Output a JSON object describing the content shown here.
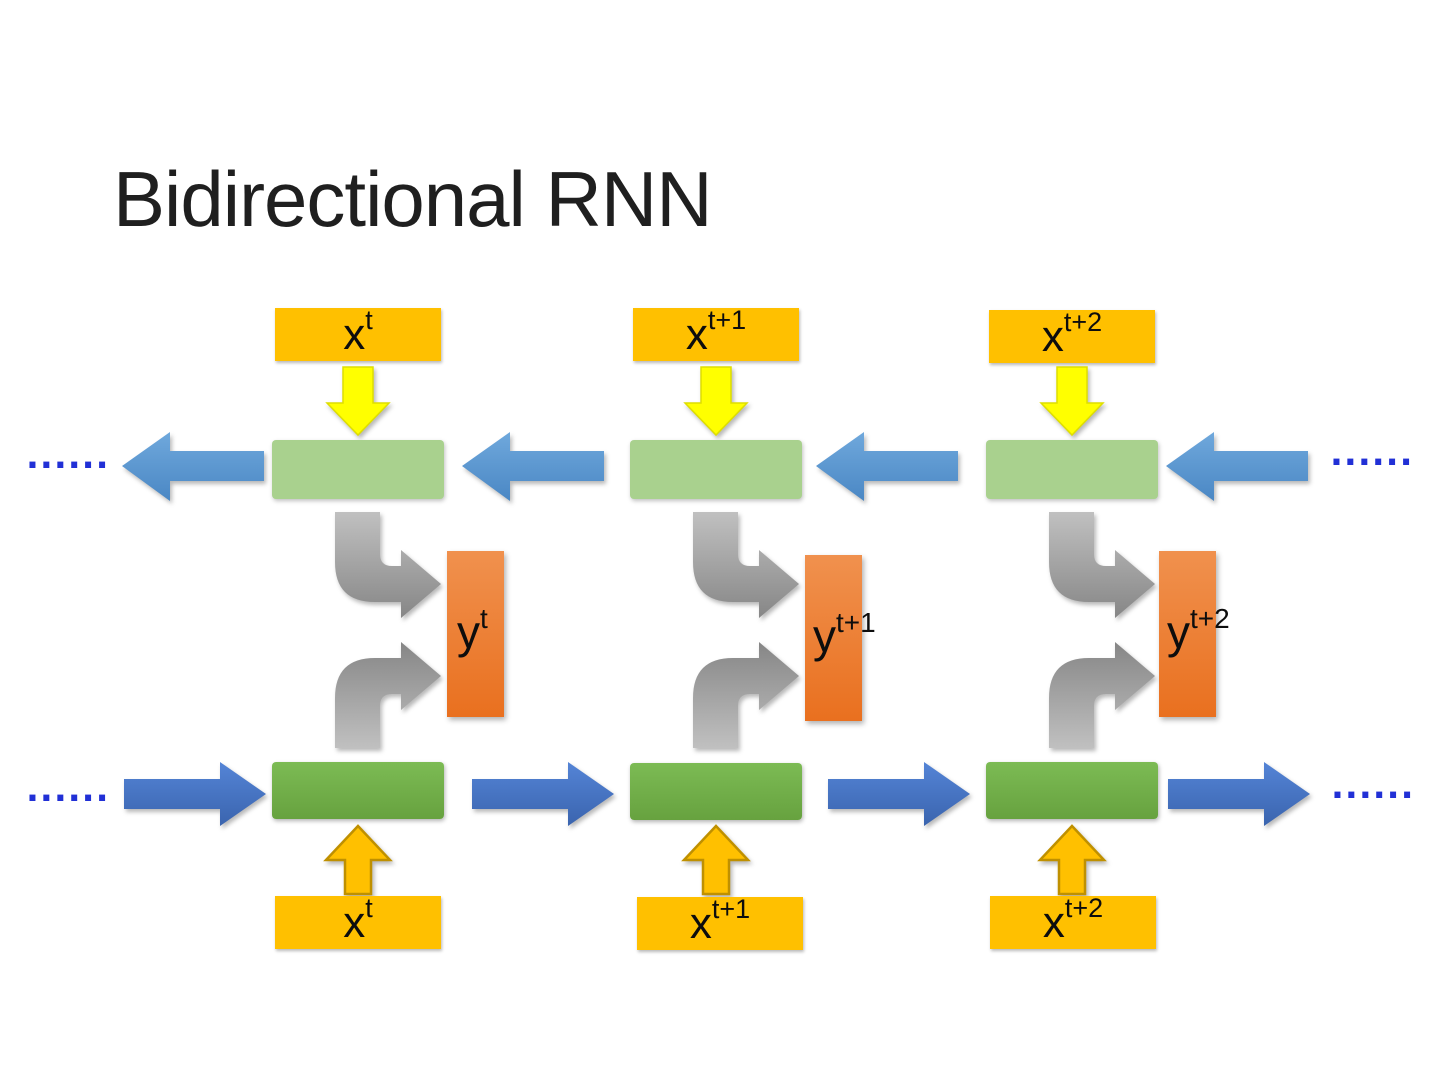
{
  "slide": {
    "title": "Bidirectional RNN"
  },
  "ellipses": {
    "top_left": "......",
    "top_right": "......",
    "bottom_left": "......",
    "bottom_right": "......"
  },
  "colors": {
    "input_box": "#FFC000",
    "output_box": "#ED7D31",
    "backward_layer_box": "#A9D18E",
    "forward_layer_box": "#70AD47",
    "backward_arrow": "#5B9BD5",
    "forward_arrow": "#4472C4",
    "top_input_arrow": "#FFFF00",
    "bottom_input_arrow": "#FFC000",
    "hidden_to_output_arrow": "#A6A6A6",
    "ellipsis_text": "#2130D6"
  },
  "columns": [
    {
      "id": "t",
      "top_input": {
        "base": "x",
        "sup": "t"
      },
      "output": {
        "base": "y",
        "sup": "t"
      },
      "bottom_input": {
        "base": "x",
        "sup": "t"
      }
    },
    {
      "id": "t+1",
      "top_input": {
        "base": "x",
        "sup": "t+1"
      },
      "output": {
        "base": "y",
        "sup": "t+1"
      },
      "bottom_input": {
        "base": "x",
        "sup": "t+1"
      }
    },
    {
      "id": "t+2",
      "top_input": {
        "base": "x",
        "sup": "t+2"
      },
      "output": {
        "base": "y",
        "sup": "t+2"
      },
      "bottom_input": {
        "base": "x",
        "sup": "t+2"
      }
    }
  ]
}
